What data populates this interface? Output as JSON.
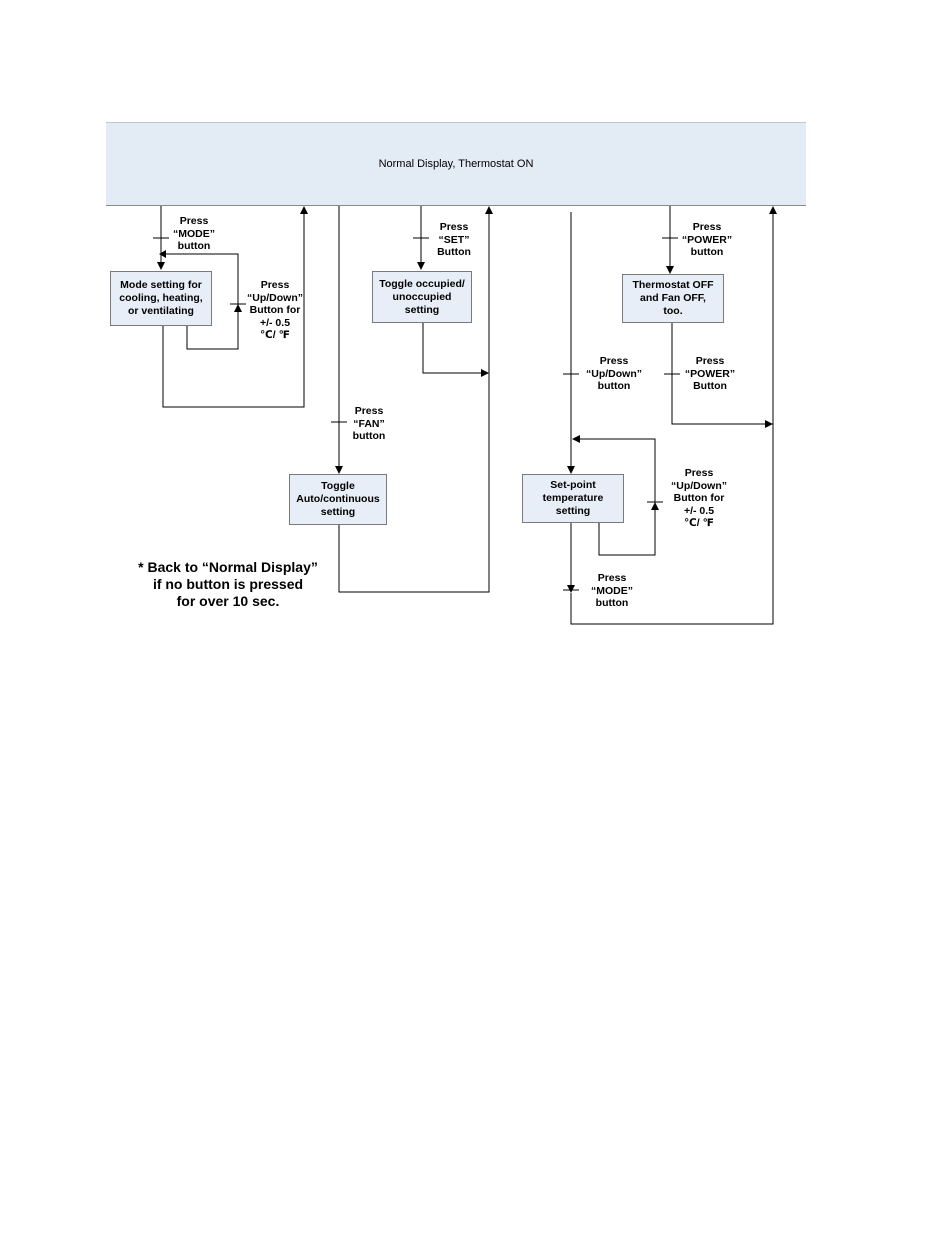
{
  "header": {
    "title": "Normal Display, Thermostat ON"
  },
  "boxes": {
    "mode": "Mode setting for\ncooling, heating,\nor ventilating",
    "occupied": "Toggle occupied/\nunoccupied\nsetting",
    "power": "Thermostat OFF\nand Fan   OFF,\ntoo.",
    "fan": "Toggle\nAuto/continuous\nsetting",
    "setpoint": "Set-point\ntemperature\nsetting"
  },
  "labels": {
    "press_mode": "Press\n“MODE”\nbutton",
    "press_updown_mode": "Press\n“Up/Down”\nButton for\n+/- 0.5\n℃/ ℉",
    "press_set": "Press\n“SET”\nButton",
    "press_power": "Press\n“POWER”\nbutton",
    "press_power_return": "Press\n“POWER”\nButton",
    "press_fan": "Press\n“FAN”\nbutton",
    "press_updown": "Press\n“Up/Down”\nbutton",
    "press_updown_setpoint": "Press\n“Up/Down”\nButton for\n+/- 0.5\n℃/ ℉",
    "press_mode_setpoint": "Press\n“MODE”\nbutton"
  },
  "note": "* Back to “Normal Display”\nif no button is pressed\nfor over 10 sec."
}
